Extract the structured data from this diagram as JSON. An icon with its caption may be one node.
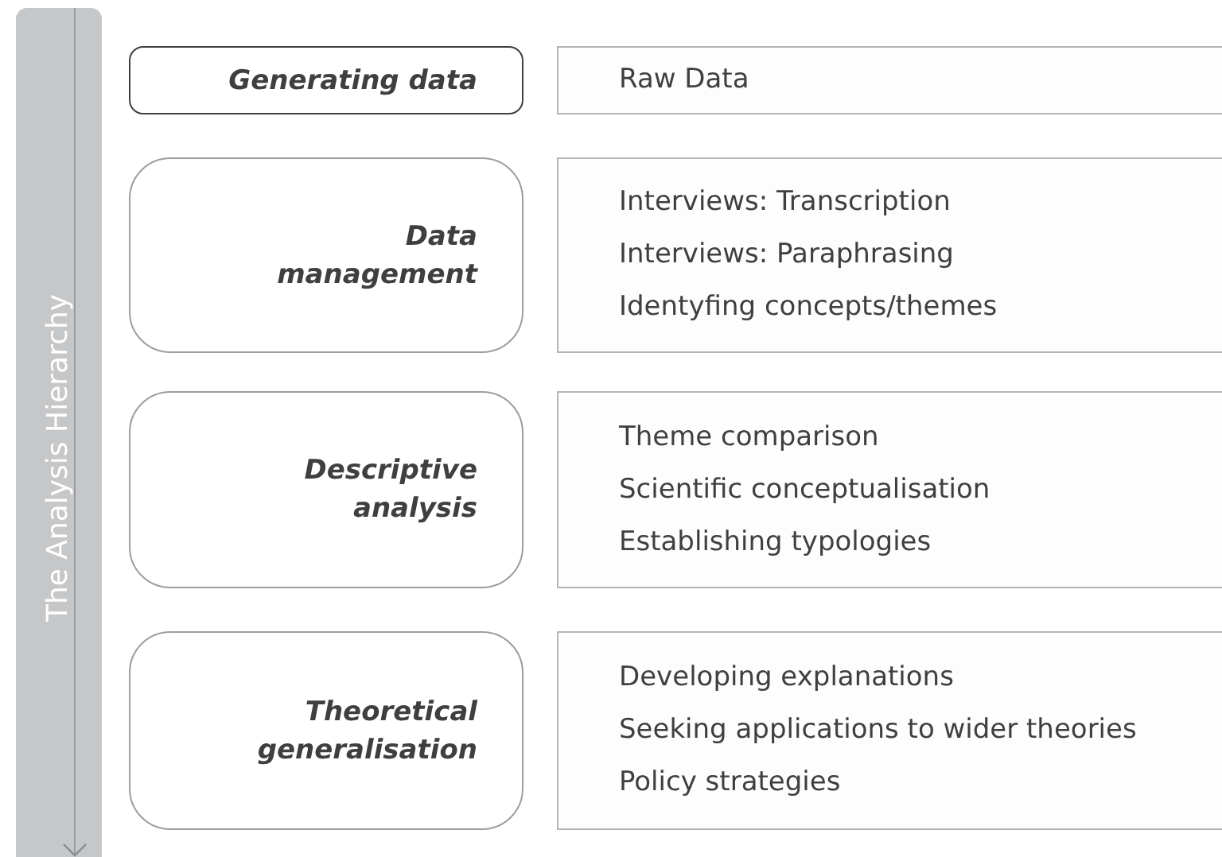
{
  "diagram": {
    "nodes": [
      {
        "text": [
          "The Analysis Hierarchy"
        ]
      },
      {
        "text": [
          "Generating data"
        ]
      },
      {
        "text": [
          "Raw Data"
        ]
      },
      {
        "text": [
          "Data management"
        ]
      },
      {
        "text": [
          "Interviews: Transcription",
          "Interviews: Paraphrasing",
          "Identyfing concepts/themes"
        ]
      },
      {
        "text": [
          "Descriptive analysis"
        ]
      },
      {
        "text": [
          "Theme comparison",
          "Scientific conceptualisation",
          "Establishing typologies"
        ]
      },
      {
        "text": [
          "Theoretical generalisation"
        ]
      },
      {
        "text": [
          "Developing explanations",
          "Seeking applications to wider theories",
          "Policy strategies"
        ]
      }
    ]
  }
}
